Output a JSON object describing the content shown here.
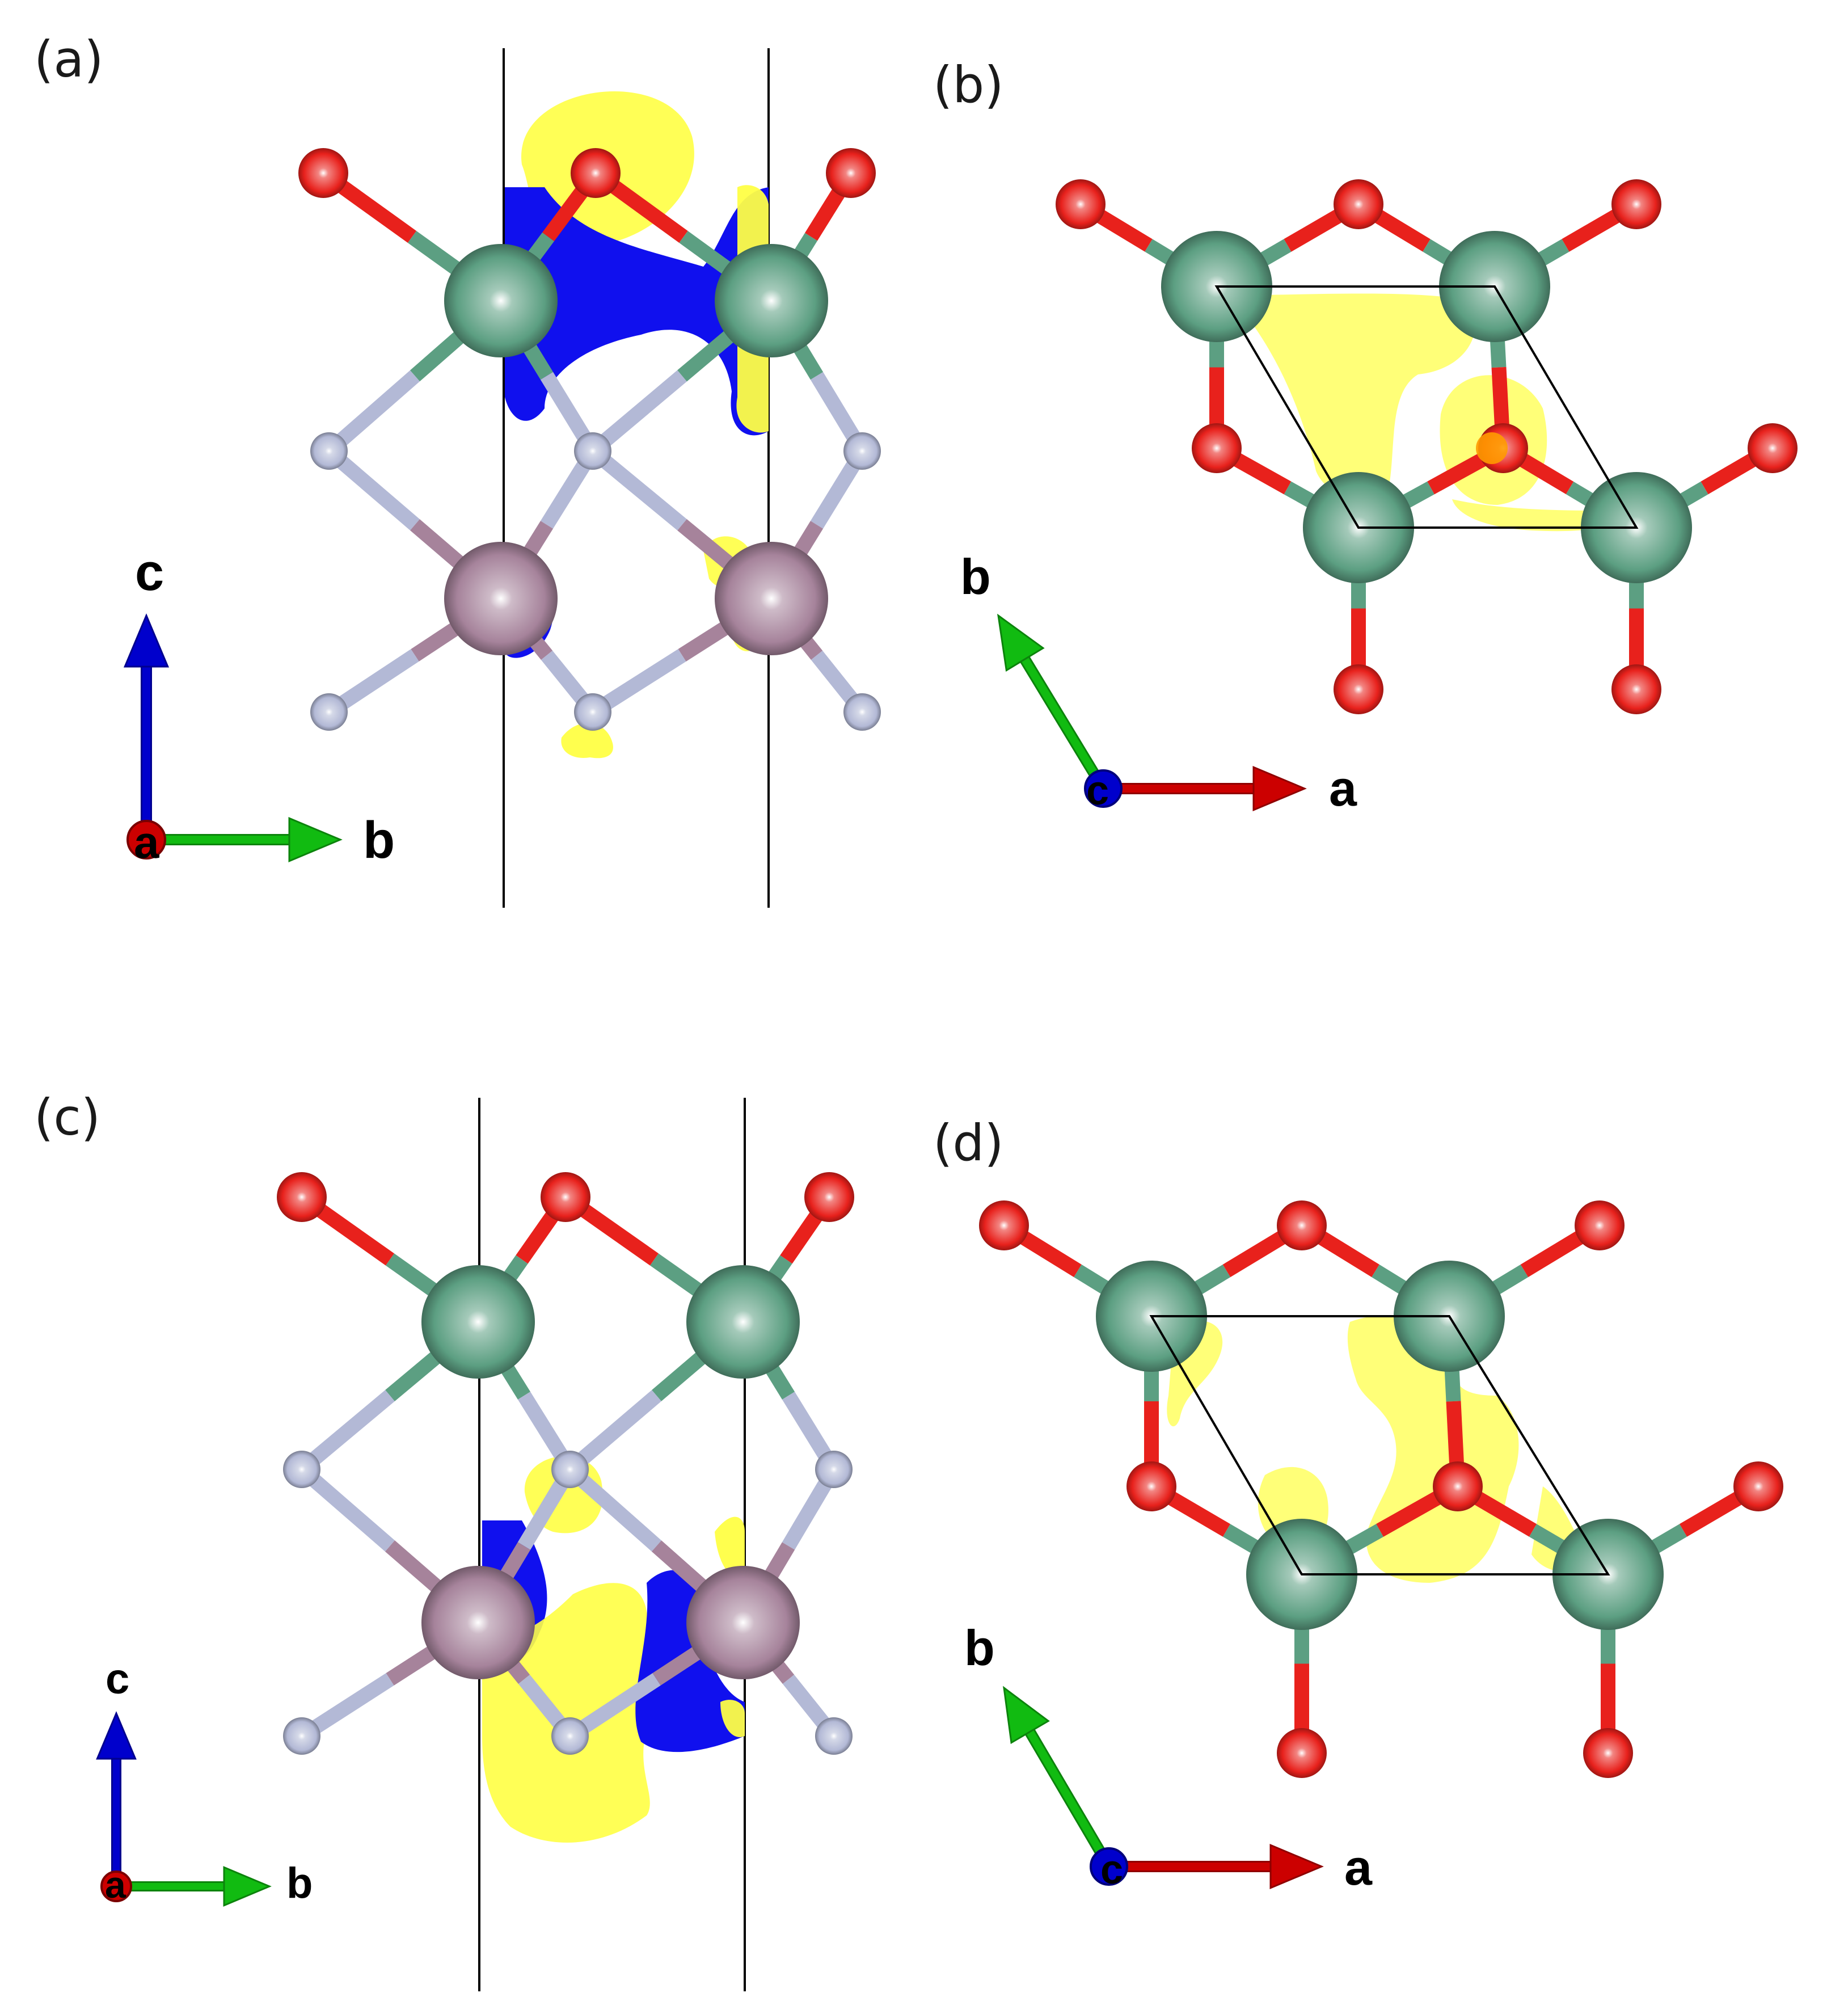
{
  "panels": {
    "a": {
      "label": "(a)",
      "axes": {
        "vertical": "c",
        "horizontal": "b",
        "out_of_plane": "a"
      }
    },
    "b": {
      "label": "(b)",
      "axes": {
        "vertical": "b",
        "horizontal": "a",
        "out_of_plane": "c"
      }
    },
    "c": {
      "label": "(c)",
      "axes": {
        "vertical": "c",
        "horizontal": "b",
        "out_of_plane": "a"
      }
    },
    "d": {
      "label": "(d)",
      "axes": {
        "vertical": "b",
        "horizontal": "a",
        "out_of_plane": "c"
      }
    }
  },
  "colors": {
    "oxygen_atom": "#e8211c",
    "metal_atom": "#5c9f82",
    "light_atom": "#b3b9d6",
    "heavy_atom": "#a6839b",
    "charge_accumulation": "#ffff44",
    "charge_depletion": "#1010ee",
    "axis_a": "#cc0000",
    "axis_b": "#11bb11",
    "axis_c": "#0000cc",
    "cell_line": "#000000"
  }
}
